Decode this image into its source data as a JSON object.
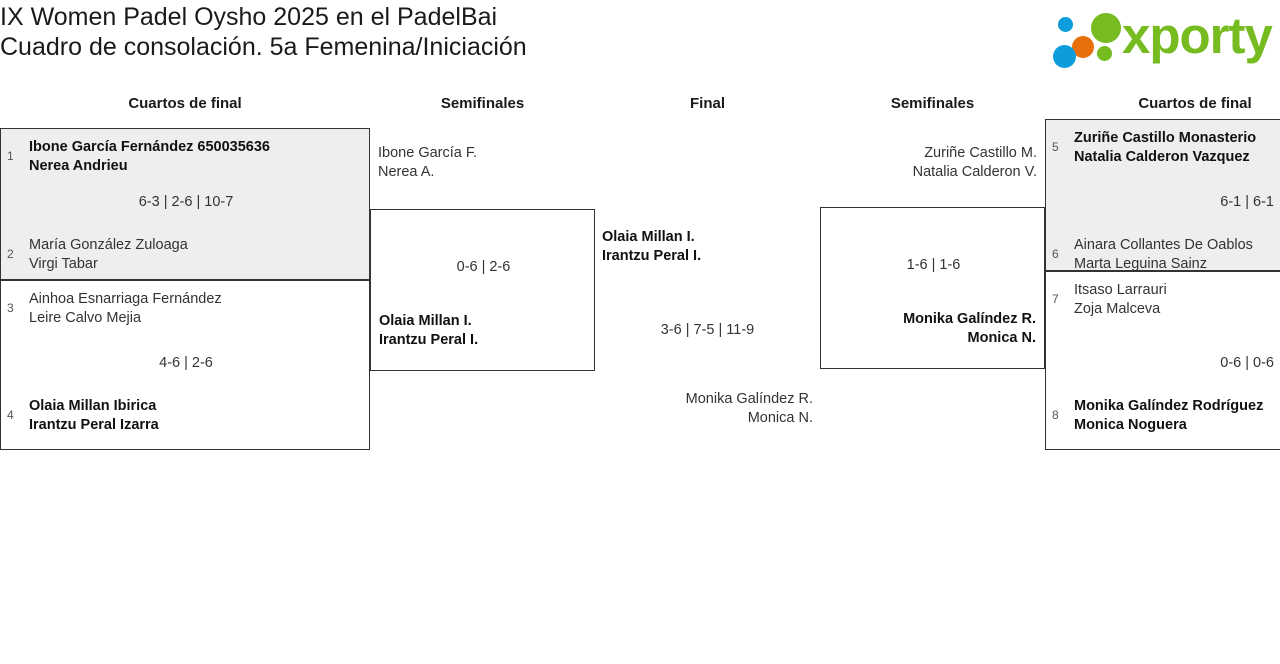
{
  "header": {
    "title_line1": "IX Women Padel Oysho 2025 en el PadelBai",
    "title_line2": "Cuadro de consolación. 5a Femenina/Iniciación",
    "logo": {
      "wordmark": "xporty",
      "green": "#76bc21",
      "blue": "#0d9ddb",
      "orange": "#e8700a",
      "dots": [
        {
          "name": "logo-dot-blue-small",
          "color": "#0d9ddb"
        },
        {
          "name": "logo-dot-orange",
          "color": "#e8700a"
        },
        {
          "name": "logo-dot-green-large",
          "color": "#76bc21"
        },
        {
          "name": "logo-dot-green-small",
          "color": "#76bc21"
        },
        {
          "name": "logo-dot-blue-large",
          "color": "#0d9ddb"
        }
      ]
    }
  },
  "columns": {
    "qf_left": "Cuartos de final",
    "sf_left": "Semifinales",
    "final": "Final",
    "sf_right": "Semifinales",
    "qf_right": "Cuartos de final"
  },
  "rounds": {
    "qf_left": [
      {
        "score": "6-3 | 2-6 | 10-7",
        "shaded": true,
        "teams": [
          {
            "seed": "1",
            "winner": true,
            "player1": "Ibone García Fernández 650035636",
            "player2": "Nerea Andrieu"
          },
          {
            "seed": "2",
            "winner": false,
            "player1": "María González Zuloaga",
            "player2": "Virgi Tabar"
          }
        ]
      },
      {
        "score": "4-6 | 2-6",
        "shaded": false,
        "teams": [
          {
            "seed": "3",
            "winner": false,
            "player1": "Ainhoa Esnarriaga Fernández",
            "player2": "Leire Calvo Mejia"
          },
          {
            "seed": "4",
            "winner": true,
            "player1": "Olaia Millan Ibirica",
            "player2": "Irantzu Peral Izarra"
          }
        ]
      }
    ],
    "sf_left": [
      {
        "score": "0-6 | 2-6",
        "teams": [
          {
            "winner": false,
            "player1": "Ibone García F.",
            "player2": "Nerea A."
          },
          {
            "winner": true,
            "player1": "Olaia Millan I.",
            "player2": "Irantzu Peral I."
          }
        ]
      }
    ],
    "final": [
      {
        "score": "3-6 | 7-5 | 11-9",
        "teams": [
          {
            "winner": true,
            "player1": "Olaia Millan I.",
            "player2": "Irantzu Peral I."
          },
          {
            "winner": false,
            "player1": "Monika Galíndez R.",
            "player2": "Monica N."
          }
        ]
      }
    ],
    "sf_right": [
      {
        "score": "1-6 | 1-6",
        "teams": [
          {
            "winner": false,
            "player1": "Zuriñe Castillo M.",
            "player2": "Natalia Calderon V."
          },
          {
            "winner": true,
            "player1": "Monika Galíndez R.",
            "player2": "Monica N."
          }
        ]
      }
    ],
    "qf_right": [
      {
        "score": "6-1 | 6-1",
        "shaded": true,
        "teams": [
          {
            "seed": "5",
            "winner": true,
            "player1": "Zuriñe Castillo Monasterio",
            "player2": "Natalia Calderon Vazquez"
          },
          {
            "seed": "6",
            "winner": false,
            "player1": "Ainara Collantes De Oablos",
            "player2": "Marta Leguina Sainz"
          }
        ]
      },
      {
        "score": "0-6 | 0-6",
        "shaded": false,
        "teams": [
          {
            "seed": "7",
            "winner": false,
            "player1": "Itsaso Larrauri",
            "player2": "Zoja Malceva"
          },
          {
            "seed": "8",
            "winner": true,
            "player1": "Monika Galíndez Rodríguez",
            "player2": "Monica Noguera"
          }
        ]
      }
    ]
  }
}
